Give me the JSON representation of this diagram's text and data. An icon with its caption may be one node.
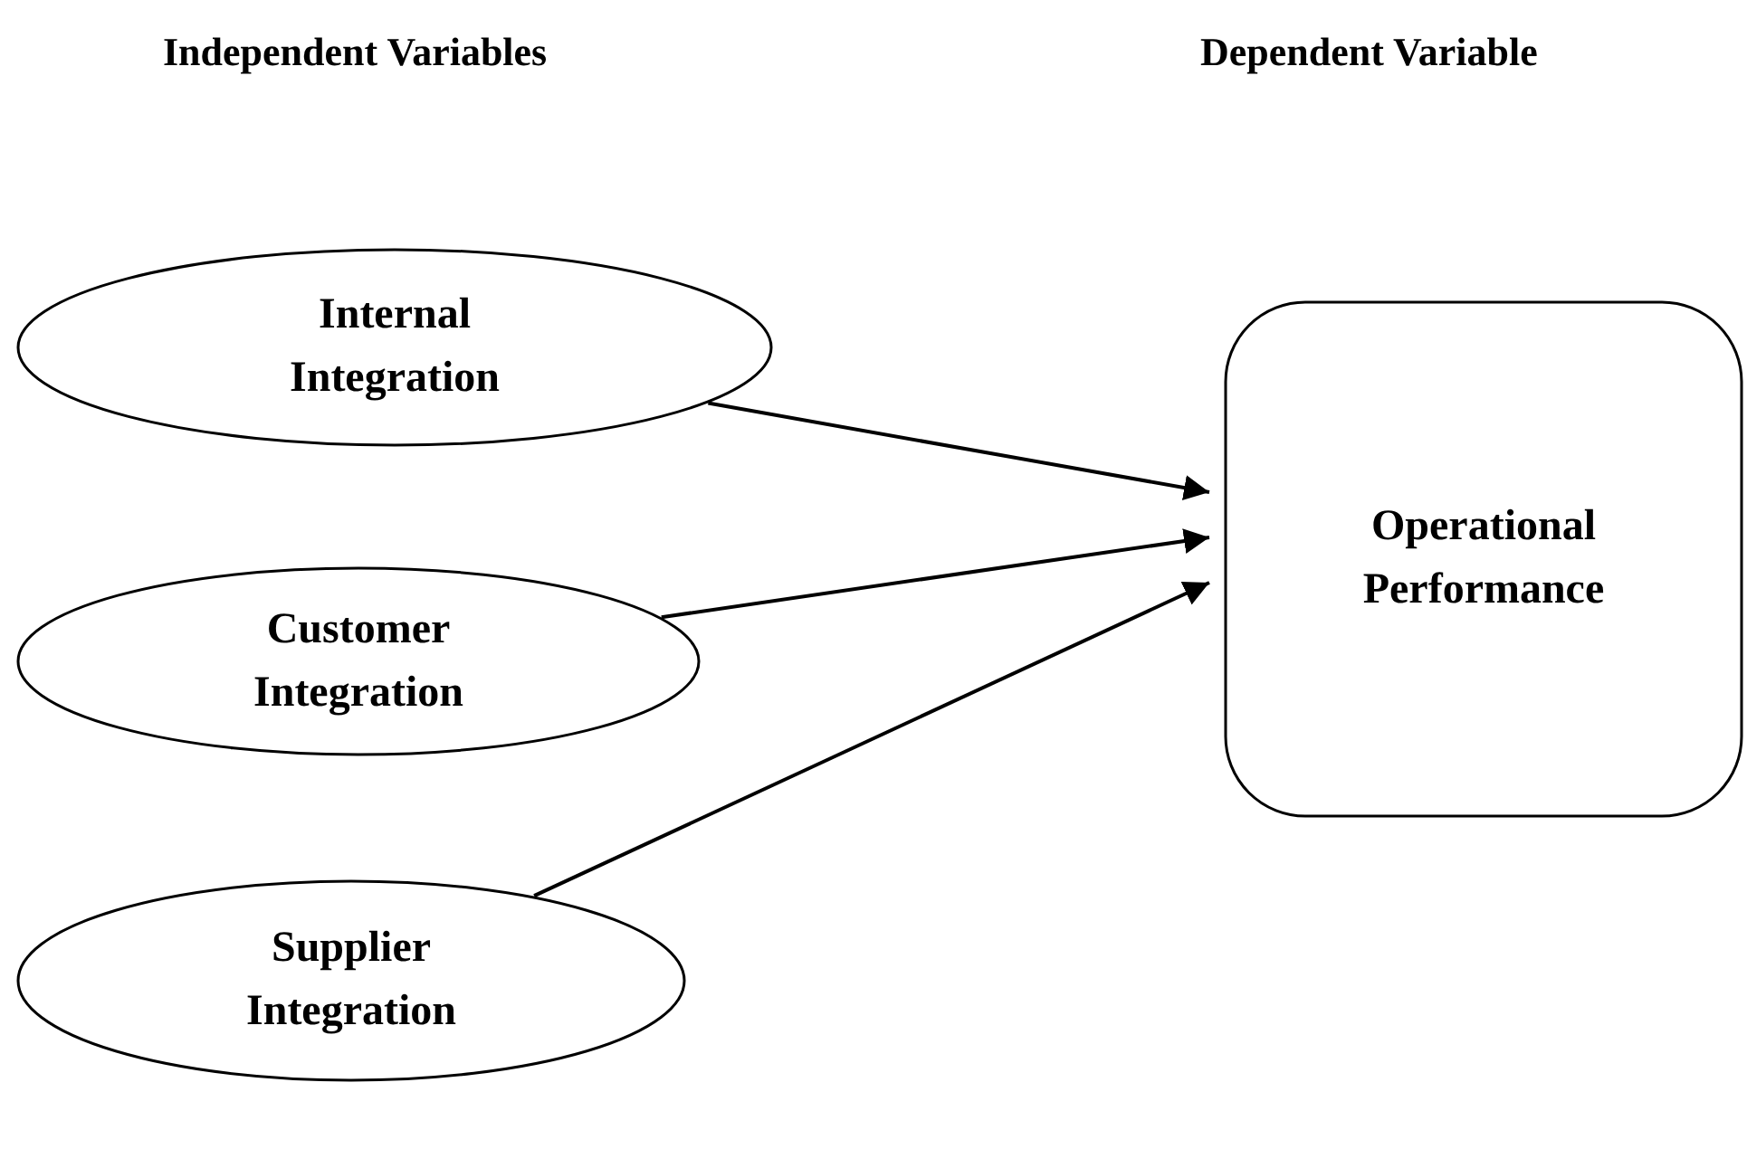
{
  "diagram": {
    "nodes": [
      {
        "text": [
          "Internal Integration"
        ]
      },
      {
        "text": [
          "Customer Integration"
        ]
      },
      {
        "text": [
          "Supplier Integration"
        ]
      },
      {
        "text": [
          "Operational Performance"
        ]
      }
    ],
    "edges": [
      {
        "from": 0,
        "to": 3,
        "arrow": "to"
      },
      {
        "from": 1,
        "to": 3,
        "arrow": "to"
      },
      {
        "from": 2,
        "to": 3,
        "arrow": "to"
      }
    ],
    "labels": [
      "Independent Variables",
      "Dependent Variable"
    ]
  }
}
